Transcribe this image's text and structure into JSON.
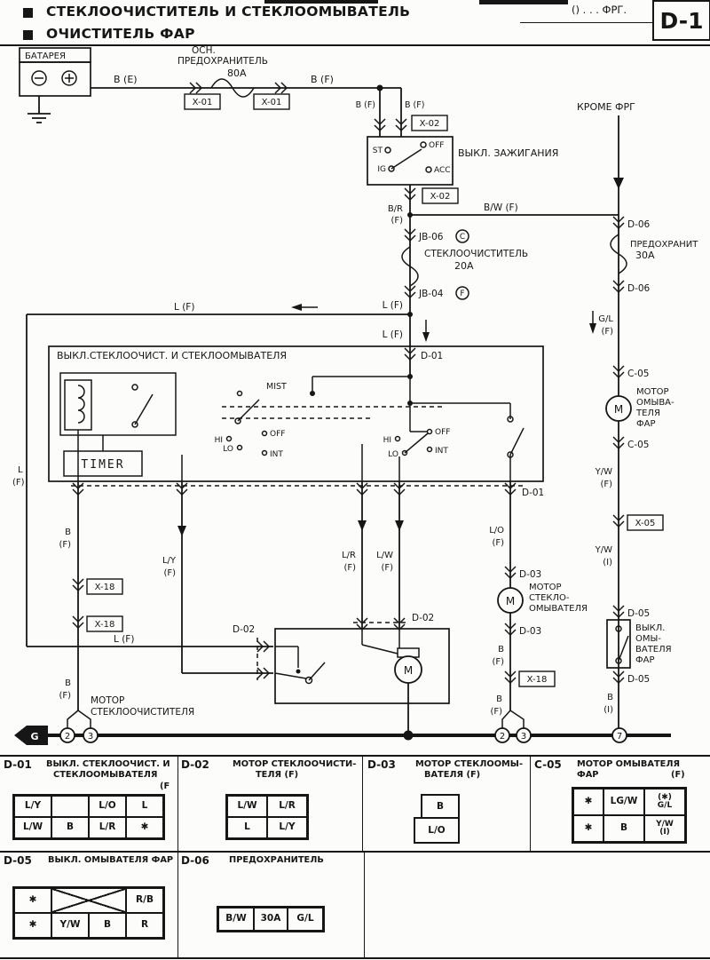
{
  "header": {
    "title1": "СТЕКЛООЧИСТИТЕЛЬ И СТЕКЛООМЫВАТЕЛЬ",
    "title2": "ОЧИСТИТЕЛЬ ФАР",
    "note": "() . . . ФРГ.",
    "page_code": "D-1"
  },
  "labels": {
    "battery": "БАТАРЕЯ",
    "main_fuse_line1": "ОСН.",
    "main_fuse_line2": "ПРЕДОХРАНИТЕЛЬ",
    "amp_80": "80A",
    "b_e": "B (E)",
    "b_f": "B (F)",
    "x01": "X-01",
    "x02": "X-02",
    "ignition_switch": "ВЫКЛ. ЗАЖИГАНИЯ",
    "pos_st": "ST",
    "pos_ig": "IG",
    "pos_off": "OFF",
    "pos_acc": "ACC",
    "b_r": "B/R",
    "f": "(F)",
    "i": "(I)",
    "b_w_f": "B/W (F)",
    "except_frg": "КРОМЕ ФРГ",
    "d06": "D-06",
    "fuse_30": "ПРЕДОХРАНИТ",
    "amp_30": "30A",
    "jb06": "JB-06",
    "circle_c": "C",
    "circle_f": "F",
    "wiper_fuse": "СТЕКЛООЧИСТИТЕЛЬ",
    "amp_20": "20A",
    "jb04": "JB-04",
    "l_f": "L (F)",
    "g_l": "G/L",
    "d01": "D-01",
    "wiper_switch_title": "ВЫКЛ.СТЕКЛООЧИСТ. И СТЕКЛООМЫВАТЕЛЯ",
    "timer": "TIMER",
    "mist": "MIST",
    "hi": "HI",
    "lo": "LO",
    "off": "OFF",
    "int": "INT",
    "c05": "C-05",
    "hw_motor_line1": "МОТОР",
    "hw_motor_line2": "ОМЫВА-",
    "hw_motor_line3": "ТЕЛЯ",
    "hw_motor_line4": "ФАР",
    "y_w": "Y/W",
    "x05": "X-05",
    "l_o": "L/O",
    "b": "B",
    "l": "L",
    "l_y": "L/Y",
    "l_r": "L/R",
    "l_w": "L/W",
    "d03": "D-03",
    "washer_motor_line1": "МОТОР",
    "washer_motor_line2": "СТЕКЛО-",
    "washer_motor_line3": "ОМЫВАТЕЛЯ",
    "d05": "D-05",
    "hw_switch_line1": "ВЫКЛ.",
    "hw_switch_line2": "ОМЫ-",
    "hw_switch_line3": "ВАТЕЛЯ",
    "hw_switch_line4": "ФАР",
    "x18": "X-18",
    "d02": "D-02",
    "wiper_motor_line1": "МОТОР",
    "wiper_motor_line2": "СТЕКЛООЧИСТИТЕЛЯ",
    "motor_m": "M",
    "ground_g": "G",
    "gnd_2": "2",
    "gnd_3": "3",
    "gnd_7": "7"
  },
  "tables": {
    "d01": {
      "code": "D-01",
      "title1": "ВЫКЛ. СТЕКЛООЧИСТ. И",
      "title2": "СТЕКЛООМЫВАТЕЛЯ",
      "suffix": "(F",
      "r1": [
        "L/Y",
        "",
        "L/O",
        "L"
      ],
      "r2": [
        "L/W",
        "B",
        "L/R",
        "✱"
      ]
    },
    "d02": {
      "code": "D-02",
      "title1": "МОТОР СТЕКЛООЧИСТИ-",
      "title2": "ТЕЛЯ (F)",
      "r1": [
        "L/W",
        "L/R"
      ],
      "r2": [
        "L",
        "L/Y"
      ]
    },
    "d03": {
      "code": "D-03",
      "title1": "МОТОР СТЕКЛООМЫ-",
      "title2": "ВАТЕЛЯ (F)",
      "cell1": "B",
      "cell2": "L/O"
    },
    "c05": {
      "code": "C-05",
      "title1": "МОТОР ОМЫВАТЕЛЯ",
      "title2": "ФАР",
      "suffix": "(F)",
      "r1": [
        "✱",
        "LG/W",
        "(✱)\nG/L"
      ],
      "r2": [
        "✱",
        "B",
        "Y/W\n(I)"
      ]
    },
    "d05": {
      "code": "D-05",
      "title": "ВЫКЛ. ОМЫВАТЕЛЯ ФАР",
      "r1_left": "✱",
      "r1_right": "R/B",
      "r2": [
        "✱",
        "Y/W",
        "B",
        "R"
      ]
    },
    "d06": {
      "code": "D-06",
      "title": "ПРЕДОХРАНИТЕЛЬ",
      "r1": [
        "B/W",
        "30A",
        "G/L"
      ]
    }
  }
}
